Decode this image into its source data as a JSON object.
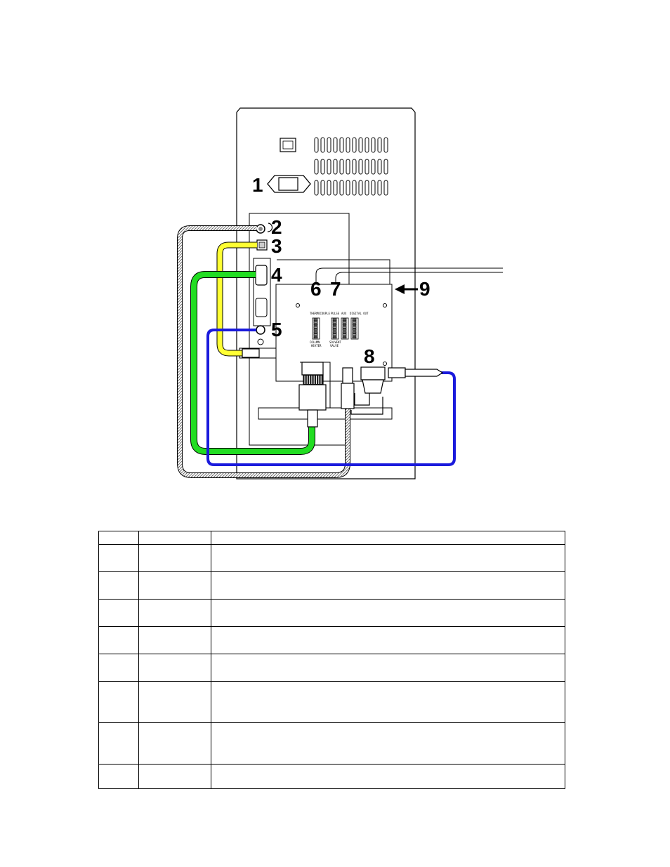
{
  "figure": {
    "callouts": [
      "1",
      "2",
      "3",
      "4",
      "5",
      "6",
      "7",
      "8",
      "9"
    ],
    "board_labels": {
      "top": [
        "THERMOCOUPLE",
        "PULSE",
        "AUX",
        "DIGITAL OUT"
      ],
      "bottom_left": [
        "COLUMN",
        "HEATER"
      ],
      "bottom_right": [
        "SOLVENT",
        "VALVE"
      ]
    },
    "cable_colors": {
      "yellow": "#ffff33",
      "green": "#22dd22",
      "blue": "#1a1adc",
      "braided": "#a8a8a8"
    }
  },
  "table": {
    "header": [
      "",
      "",
      ""
    ],
    "rows": [
      [
        "",
        "",
        ""
      ],
      [
        "",
        "",
        ""
      ],
      [
        "",
        "",
        ""
      ],
      [
        "",
        "",
        ""
      ],
      [
        "",
        "",
        ""
      ],
      [
        "",
        "",
        ""
      ],
      [
        "",
        "",
        ""
      ],
      [
        "",
        "",
        ""
      ]
    ]
  }
}
